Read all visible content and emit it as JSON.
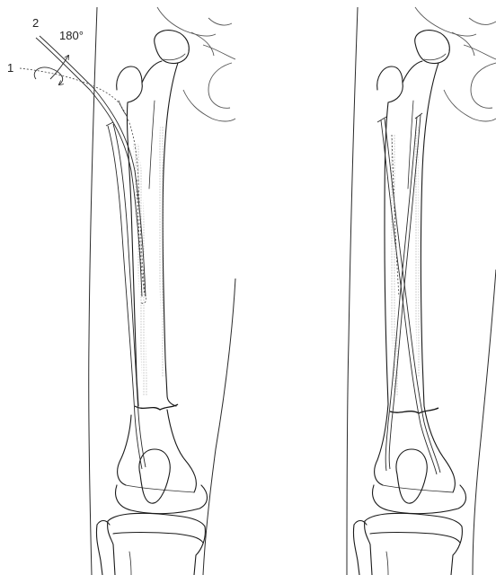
{
  "labels": {
    "wire_1": "1",
    "wire_2": "2",
    "rotation": "180°"
  }
}
